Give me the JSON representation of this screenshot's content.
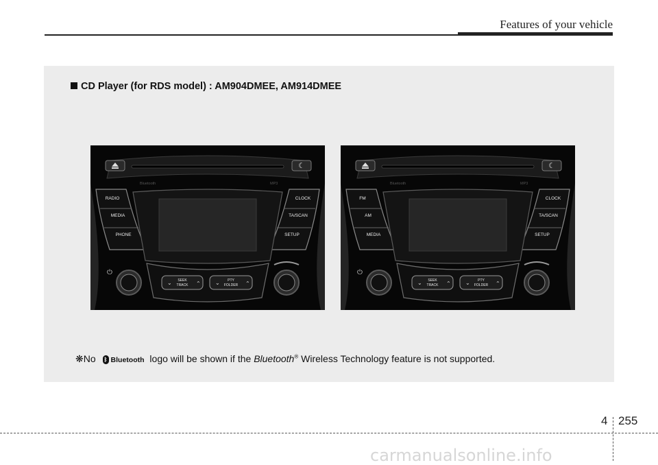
{
  "header": {
    "title": "Features of your vehicle"
  },
  "section": {
    "title": "CD Player (for RDS model) : AM904DMEE, AM914DMEE"
  },
  "radio_left": {
    "bluetooth_label": "Bluetooth",
    "mp3_label": "MP3",
    "left_buttons": [
      "RADIO",
      "MEDIA",
      "PHONE"
    ],
    "right_buttons": [
      "CLOCK",
      "TA/SCAN",
      "SETUP"
    ],
    "seek_label": [
      "SEEK",
      "TRACK"
    ],
    "folder_label": [
      "PTY",
      "FOLDER"
    ]
  },
  "radio_right": {
    "bluetooth_label": "Bluetooth",
    "mp3_label": "MP3",
    "left_buttons": [
      "FM",
      "AM",
      "MEDIA"
    ],
    "right_buttons": [
      "CLOCK",
      "TA/SCAN",
      "SETUP"
    ],
    "seek_label": [
      "SEEK",
      "TRACK"
    ],
    "folder_label": [
      "PTY",
      "FOLDER"
    ]
  },
  "note": {
    "prefix": "❋No",
    "logo_text": "Bluetooth",
    "middle": "logo will be shown if the",
    "brand": "Bluetooth",
    "registered": "®",
    "suffix": "Wireless Technology feature is not supported."
  },
  "footer": {
    "chapter": "4",
    "page": "255"
  },
  "watermark": "carmanualsonline.info"
}
